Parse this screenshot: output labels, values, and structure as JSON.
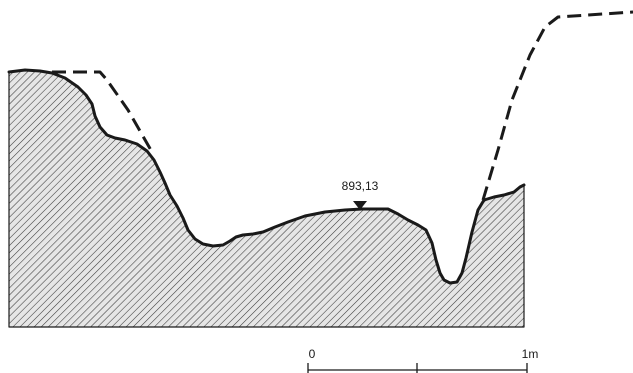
{
  "elevation_marker": {
    "label": "893,13"
  },
  "scale_bar": {
    "start_label": "0",
    "end_label": "1m"
  },
  "colors": {
    "ink": "#1a1a1a",
    "hatch_fill": "#e6e6e6",
    "hatch_lines": "#3a3a3a",
    "background": "#ffffff"
  }
}
